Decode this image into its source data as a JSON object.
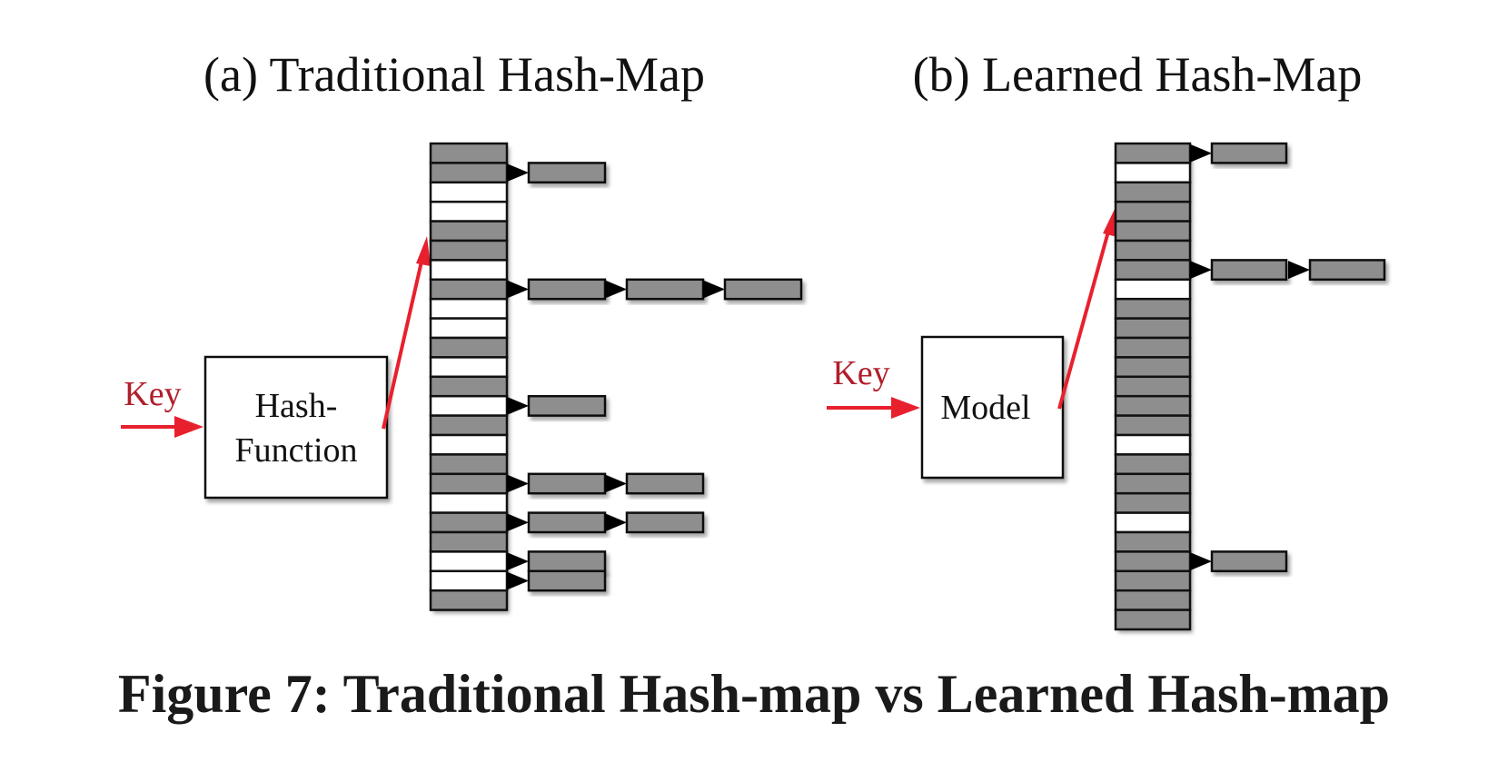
{
  "figure": {
    "caption": "Figure 7: Traditional Hash-map vs Learned Hash-map",
    "colors": {
      "arrow": "#e8202e",
      "key_text": "#b01e2a",
      "filled_slot": "#8e8e8e",
      "empty_slot": "#ffffff",
      "outline": "#111111"
    }
  },
  "traditional": {
    "title": "(a) Traditional Hash-Map",
    "key_label": "Key",
    "function_label_lines": [
      "Hash-",
      "Function"
    ],
    "slots": "FF__FF_F__F_F_F_FF_FF__F",
    "chains": [
      {
        "slot": 1,
        "length": 1
      },
      {
        "slot": 7,
        "length": 3
      },
      {
        "slot": 13,
        "length": 1
      },
      {
        "slot": 17,
        "length": 2
      },
      {
        "slot": 19,
        "length": 2
      },
      {
        "slot": 21,
        "length": 1
      },
      {
        "slot": 22,
        "length": 1
      }
    ],
    "arrow_target_slot": 4
  },
  "learned": {
    "title": "(b) Learned Hash-Map",
    "key_label": "Key",
    "function_label_lines": [
      "Model"
    ],
    "slots": "F_FFFFF_FFFFFFF_FFF_FFFFF",
    "chains": [
      {
        "slot": 0,
        "length": 1
      },
      {
        "slot": 6,
        "length": 2
      },
      {
        "slot": 21,
        "length": 1
      }
    ],
    "arrow_target_slot": 3
  }
}
